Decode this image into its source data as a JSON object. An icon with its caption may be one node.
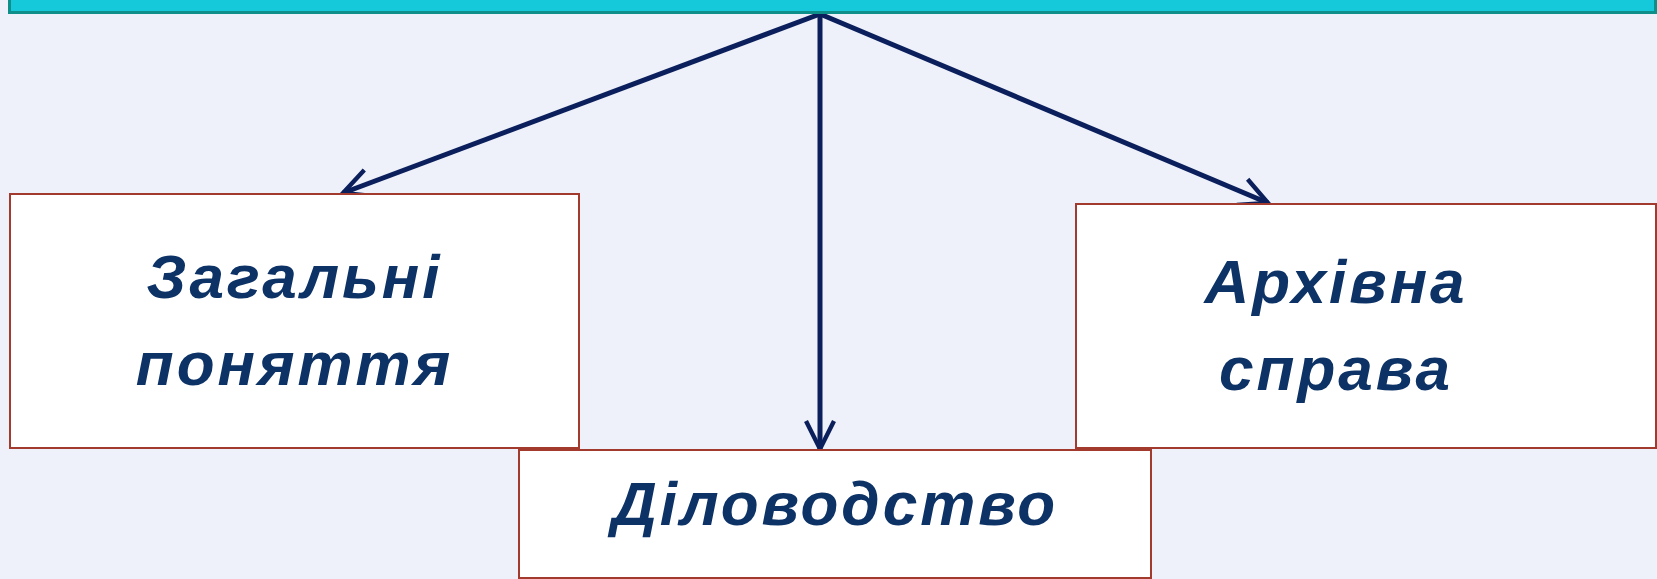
{
  "diagram": {
    "nodes": [
      {
        "text": [],
        "shape": "bar"
      },
      {
        "text": [
          "Загальні поняття"
        ]
      },
      {
        "text": [
          "Архівна справа"
        ]
      },
      {
        "text": [
          "Діловодство"
        ]
      }
    ],
    "edges": [
      {
        "from": 0,
        "to": 1,
        "arrow": "to"
      },
      {
        "from": 0,
        "to": 3,
        "arrow": "to"
      },
      {
        "from": 0,
        "to": 2,
        "arrow": "to"
      }
    ]
  }
}
